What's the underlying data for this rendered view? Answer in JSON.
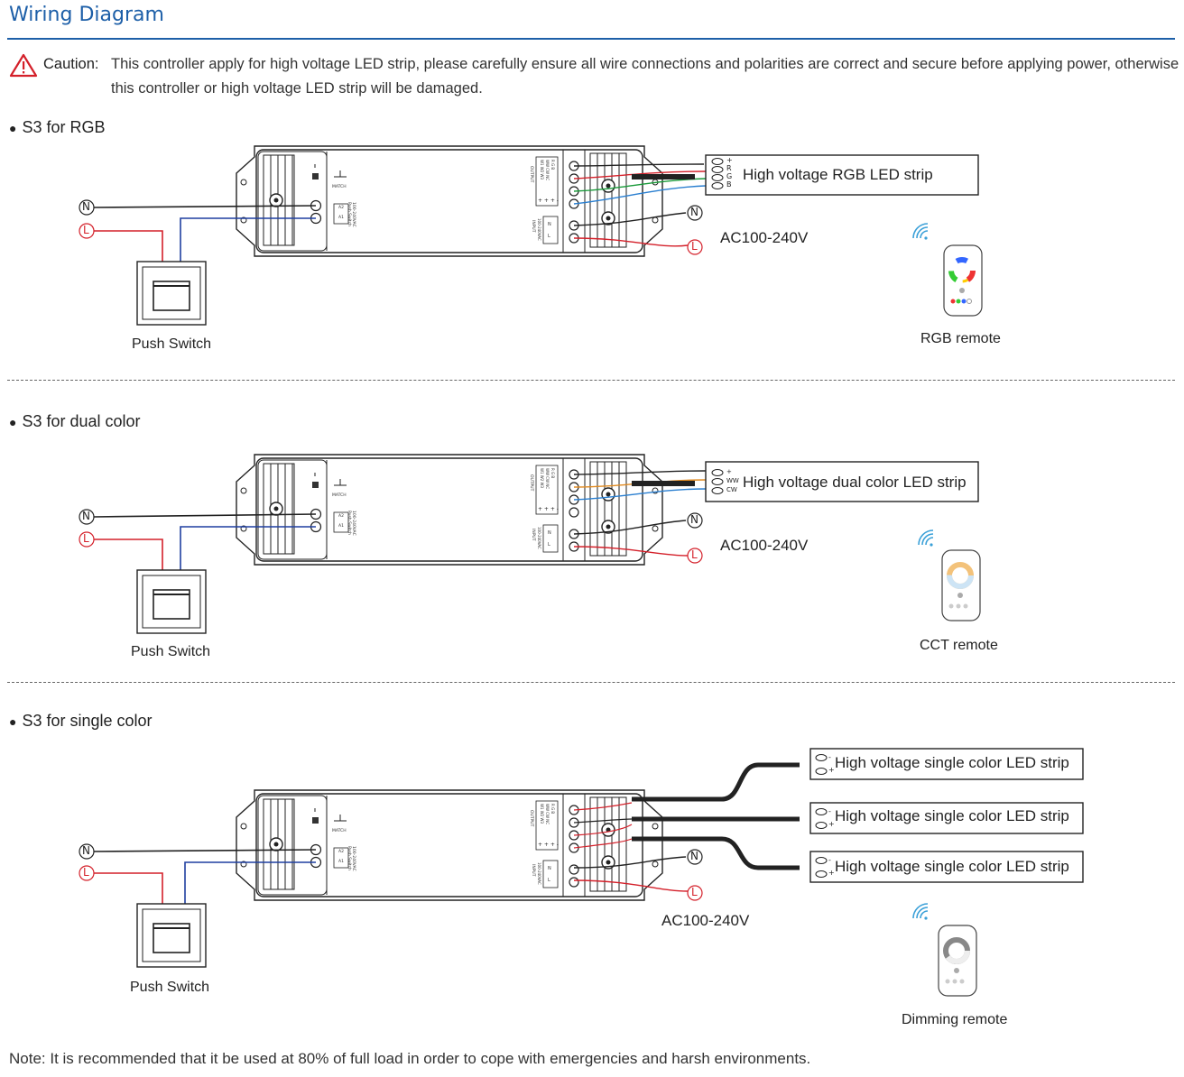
{
  "header": {
    "title": "Wiring Diagram"
  },
  "caution": {
    "label": "Caution:",
    "text": "This controller apply for high voltage LED strip, please carefully ensure all wire connections and polarities are correct and secure before applying power, otherwise this controller or high voltage LED strip will be damaged."
  },
  "sections": [
    {
      "heading": "S3 for RGB",
      "strip_label": "High voltage RGB LED strip",
      "strip_terminals": [
        "+",
        "R",
        "G",
        "B"
      ],
      "power_label": "AC100-240V",
      "remote_label": "RGB remote",
      "switch_label": "Push Switch"
    },
    {
      "heading": "S3 for dual color",
      "strip_label": "High voltage dual color LED strip",
      "strip_terminals": [
        "+",
        "WW",
        "CW"
      ],
      "power_label": "AC100-240V",
      "remote_label": "CCT remote",
      "switch_label": "Push Switch"
    },
    {
      "heading": "S3 for single color",
      "strip_labels": [
        "High voltage single color LED strip",
        "High voltage single color LED strip",
        "High voltage single color LED strip"
      ],
      "strip_terminals": [
        "-",
        "+"
      ],
      "power_label": "AC100-240V",
      "remote_label": "Dimming remote",
      "switch_label": "Push Switch"
    }
  ],
  "wire_markers": {
    "neutral": "N",
    "live": "L"
  },
  "controller": {
    "match": "MATCH",
    "push_switch": "100-240VAC Push Switch",
    "output": "OUTPUT",
    "input": "INPUT 100-240VAC",
    "output_pins": [
      "W1 W2 W3",
      "WW CW NC",
      "R G B"
    ],
    "input_pins": [
      "N",
      "L"
    ],
    "switch_pins": [
      "A2",
      "A1"
    ]
  },
  "colors": {
    "accent": "#1d5fa8",
    "live_wire": "#d4202a",
    "neutral_wire": "#222222",
    "switch_wire": "#1f3fa0",
    "green_wire": "#1a9a3a",
    "blue_wire": "#2a7fd0"
  },
  "note": "Note: It is recommended that it be used at 80% of full load in order to cope with emergencies and harsh environments."
}
